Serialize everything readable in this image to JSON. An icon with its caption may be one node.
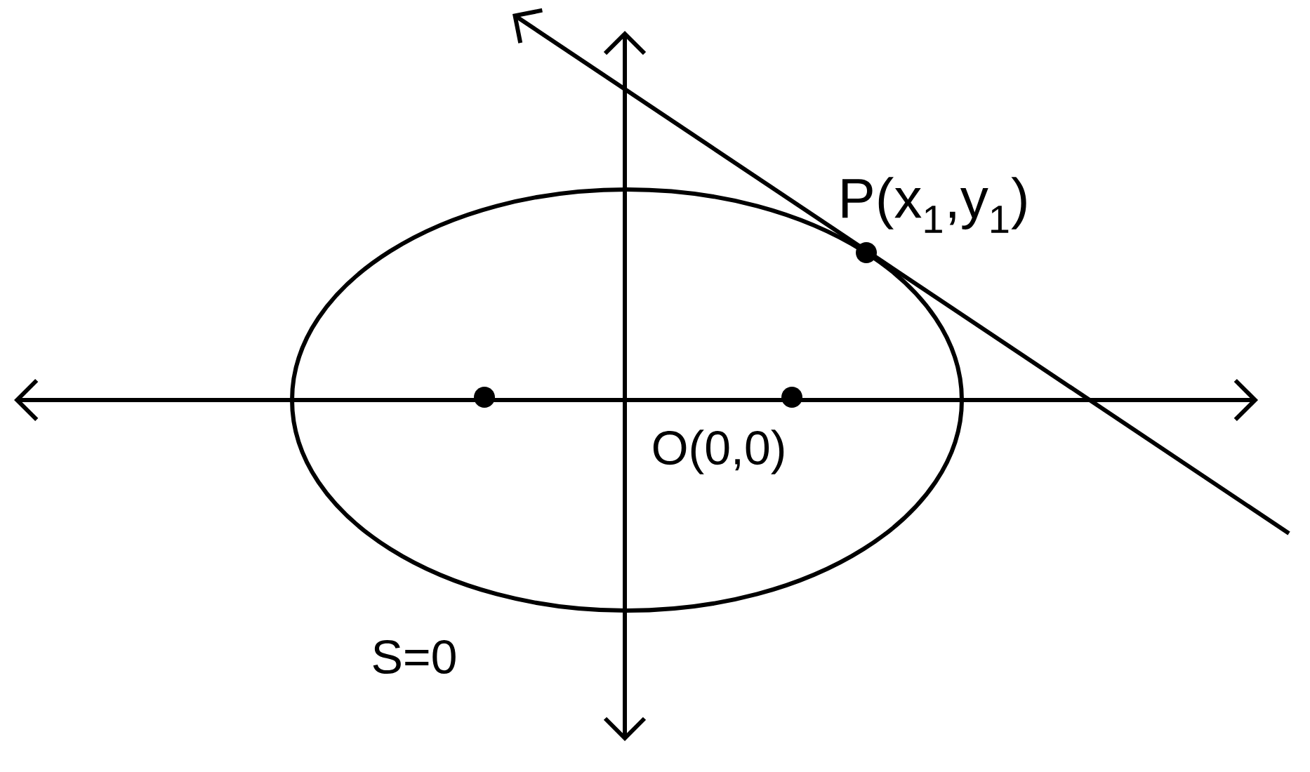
{
  "diagram": {
    "labels": [
      "P(x$_{1}$,y$_{1}$)",
      "O(0,0)",
      "S=0"
    ]
  }
}
